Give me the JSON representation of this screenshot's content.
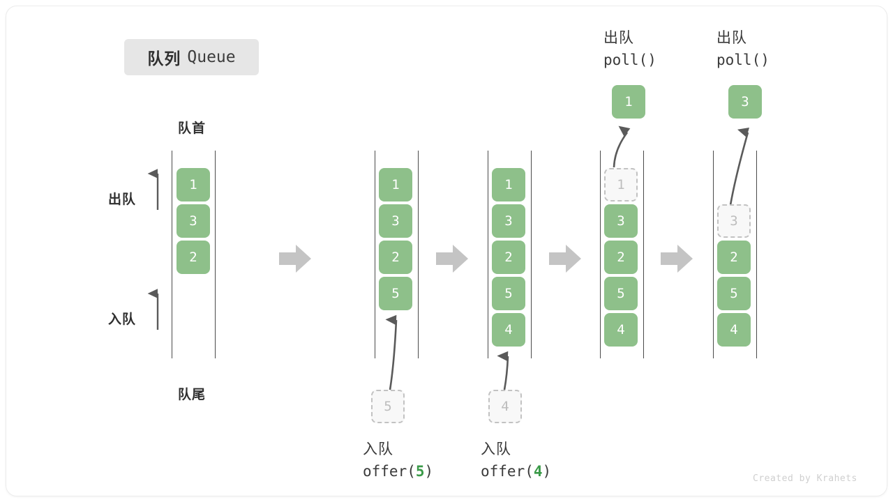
{
  "title": {
    "cn": "队列",
    "en": "Queue"
  },
  "labels": {
    "head": "队首",
    "tail": "队尾",
    "dequeue": "出队",
    "enqueue": "入队"
  },
  "credit": "Created by Krahets",
  "colors": {
    "cell_fill": "#8ec08a",
    "cell_text": "#ffffff",
    "ghost_fill": "#f8f8f8",
    "ghost_border": "#c2c2c2",
    "ghost_text": "#bdbdbd",
    "rail": "#4a4a4a",
    "arrow": "#5a5a5a",
    "step_arrow": "#c4c4c4",
    "badge_bg": "#e6e6e6",
    "accent_arg": "#3a9a48"
  },
  "stages": [
    {
      "id": "initial",
      "cells": [
        "1",
        "3",
        "2"
      ],
      "ghost_index": null,
      "side_labels": {
        "dequeue": "出队",
        "enqueue": "入队"
      },
      "head_label": "队首",
      "tail_label": "队尾"
    },
    {
      "id": "offer-5",
      "cells": [
        "1",
        "3",
        "2",
        "5"
      ],
      "incoming_value": "5",
      "caption_cn": "入队",
      "caption_fn": "offer(",
      "caption_arg": "5",
      "caption_close": ")"
    },
    {
      "id": "offer-4",
      "cells": [
        "1",
        "3",
        "2",
        "5",
        "4"
      ],
      "incoming_value": "4",
      "caption_cn": "入队",
      "caption_fn": "offer(",
      "caption_arg": "4",
      "caption_close": ")"
    },
    {
      "id": "poll-1",
      "cells": [
        "1",
        "3",
        "2",
        "5",
        "4"
      ],
      "ghost_index": 0,
      "popped_value": "1",
      "caption_cn": "出队",
      "caption_fn": "poll()"
    },
    {
      "id": "poll-3",
      "cells": [
        "3",
        "2",
        "5",
        "4"
      ],
      "ghost_index": 0,
      "popped_value": "3",
      "caption_cn": "出队",
      "caption_fn": "poll()"
    }
  ]
}
